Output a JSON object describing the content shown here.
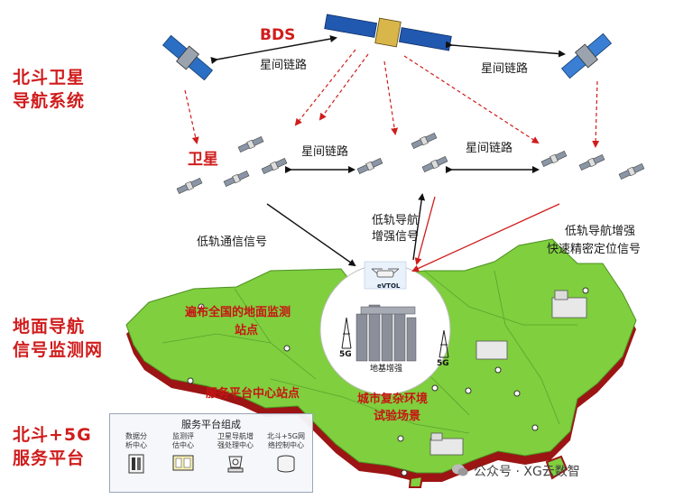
{
  "labels": {
    "bds": "BDS",
    "isl_top_left": "星间链路",
    "isl_top_right": "星间链路",
    "isl_mid_left": "星间链路",
    "isl_mid_right": "星间链路",
    "satellite": "卫星",
    "leo_comm": "低轨通信信号",
    "leo_nav_1": "低轨导航",
    "leo_nav_2": "增强信号",
    "leo_ppp_1": "低轨导航增强",
    "leo_ppp_2": "快速精密定位信号",
    "evtol": "eVTOL",
    "ground_aug": "地基增强",
    "fiveg_left": "5G",
    "fiveg_right": "5G",
    "station_1": "遍布全国的地面监测",
    "station_2": "站点",
    "service_center": "服务平台中心站点",
    "test_1": "城市复杂环境",
    "test_2": "试验场景"
  },
  "side": {
    "bds_1": "北斗卫星",
    "bds_2": "导航系统",
    "ground_1": "地面导航",
    "ground_2": "信号监测网",
    "service_1": "北斗+5G",
    "service_2": "服务平台"
  },
  "panel": {
    "title": "服务平台组成",
    "items": [
      {
        "l1": "数据分",
        "l2": "析中心"
      },
      {
        "l1": "监测评",
        "l2": "估中心"
      },
      {
        "l1": "卫星导航增",
        "l2": "强处理中心"
      },
      {
        "l1": "北斗+5G网",
        "l2": "络控制中心"
      }
    ]
  },
  "watermark": "公众号 · XG云数智",
  "colors": {
    "map": "#7fcf3e",
    "map_side": "#a01010",
    "accent_red": "#d01c1c",
    "sat_blue": "#2b6fc4"
  }
}
